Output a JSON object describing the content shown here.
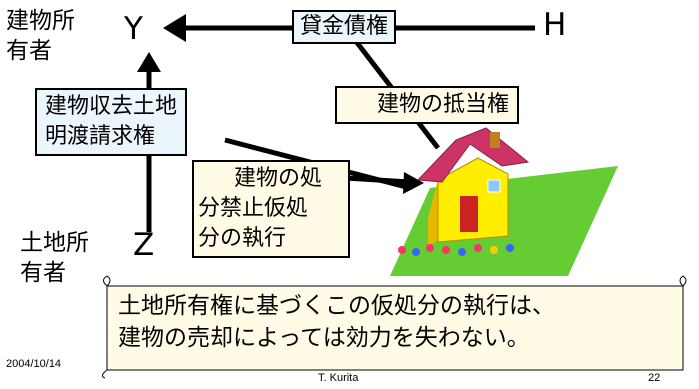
{
  "parties": {
    "building_owner": [
      "建物所",
      "有者"
    ],
    "land_owner": [
      "土地所",
      "有者"
    ],
    "Y": "Y",
    "Z": "Z",
    "H": "H"
  },
  "boxes": {
    "loan_claim": "貸金債権",
    "mortgage": "建物の抵当権",
    "land_claim": [
      "建物収去土地",
      "明渡請求権"
    ],
    "injunction": [
      "建物の処",
      "分禁止仮処",
      "分の執行"
    ]
  },
  "note": {
    "lines": [
      "土地所有権に基づくこの仮処分の執行は、",
      "建物の売却によっては効力を失わない。"
    ]
  },
  "footer": {
    "date": "2004/10/14",
    "author": "T. Kurita",
    "page": "22"
  },
  "colors": {
    "blue_box": "#eaf6fb",
    "cream_box": "#fffbe6",
    "lawn": "#66cc33",
    "roof": "#cc3366",
    "house_wall": "#ffee00",
    "door": "#cc2222"
  }
}
